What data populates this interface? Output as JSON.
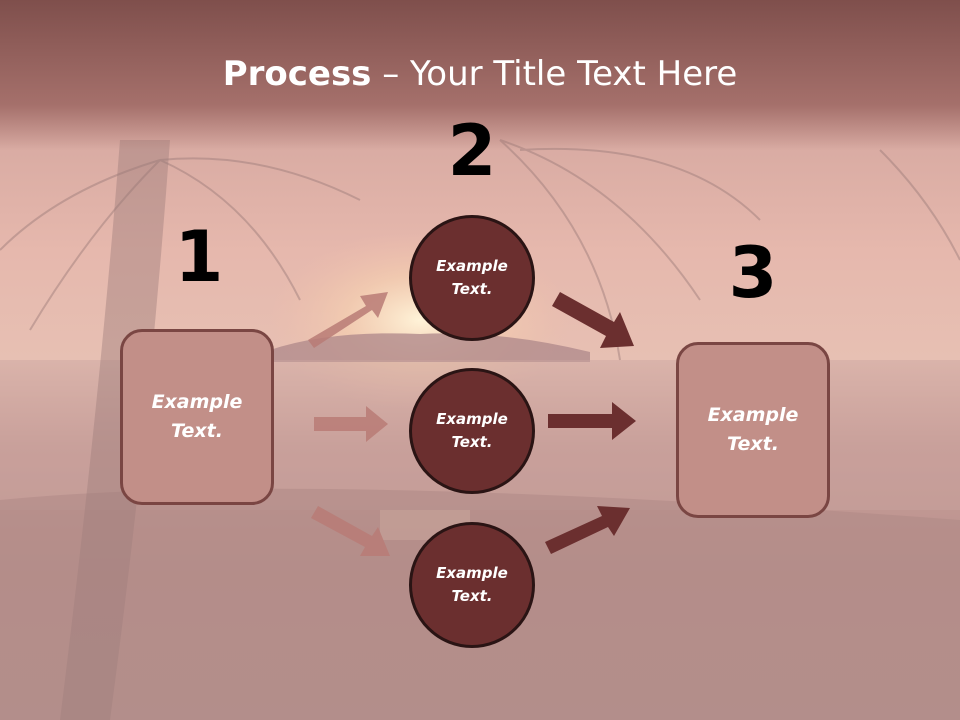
{
  "slide": {
    "title_bold": "Process",
    "title_rest": " – Your Title Text Here"
  },
  "steps": [
    {
      "number": "1",
      "label": "Example Text."
    },
    {
      "number": "2",
      "items": [
        "Example Text.",
        "Example Text.",
        "Example Text."
      ]
    },
    {
      "number": "3",
      "label": "Example Text."
    }
  ],
  "colors": {
    "title_band": "#9b6562",
    "box_fill": "#c28f88",
    "box_border": "#7a4643",
    "circle_fill": "#6b2f2f",
    "arrow_light": "#b97b75",
    "arrow_dark": "#6b2f2f"
  }
}
